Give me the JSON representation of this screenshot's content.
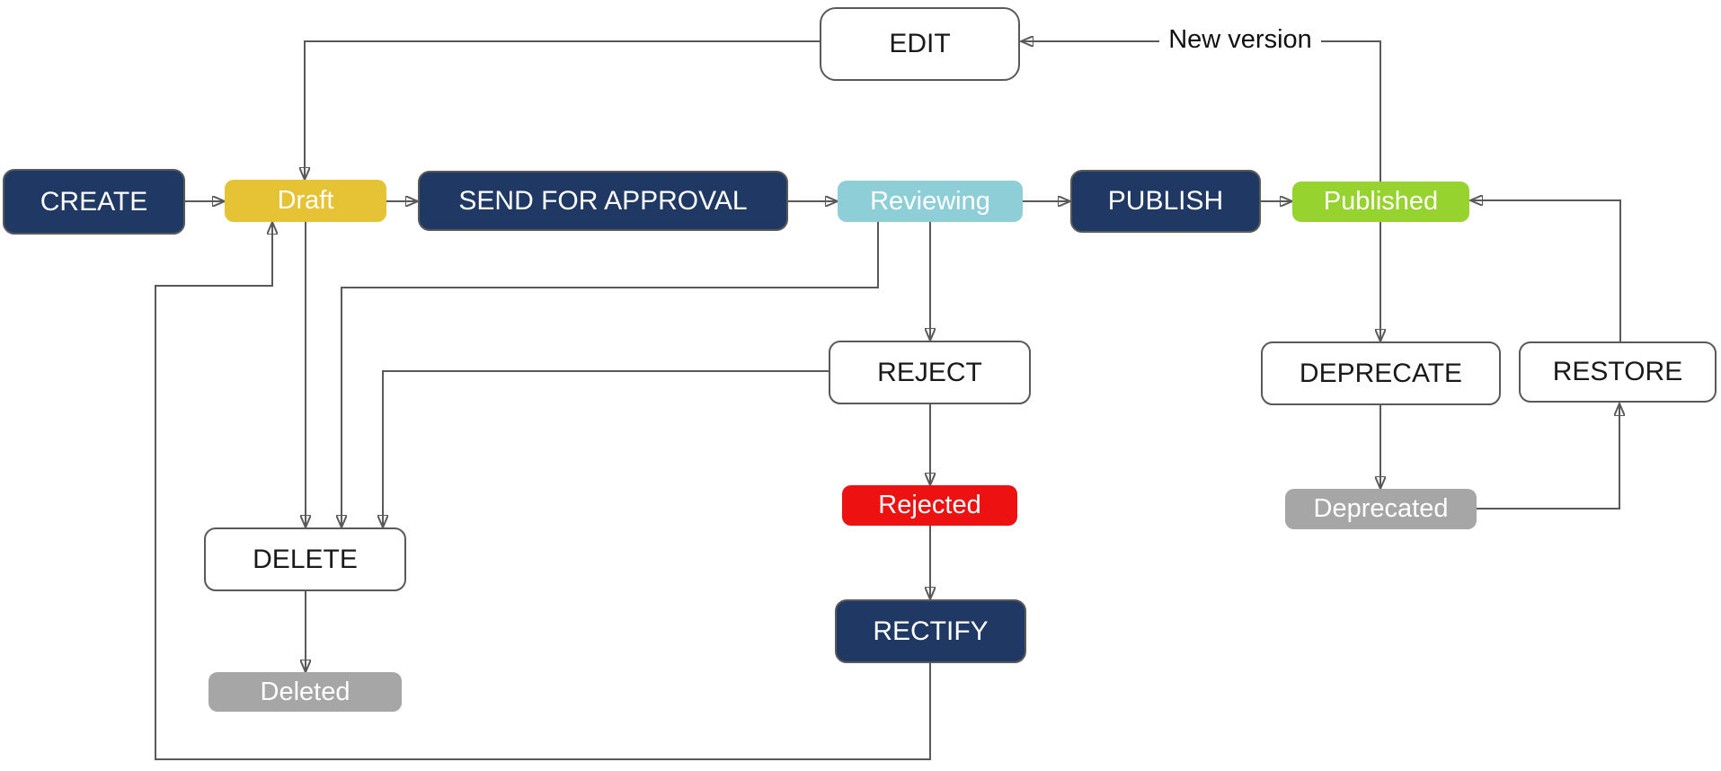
{
  "diagram": {
    "type": "flowchart-state-machine",
    "nodes": {
      "create": {
        "label": "CREATE",
        "kind": "action",
        "color": "#1f3864"
      },
      "draft": {
        "label": "Draft",
        "kind": "state",
        "color": "#e6c235"
      },
      "send_for_approval": {
        "label": "SEND FOR APPROVAL",
        "kind": "action",
        "color": "#1f3864"
      },
      "reviewing": {
        "label": "Reviewing",
        "kind": "state",
        "color": "#8ecfd7"
      },
      "publish": {
        "label": "PUBLISH",
        "kind": "action",
        "color": "#1f3864"
      },
      "published": {
        "label": "Published",
        "kind": "state",
        "color": "#96d32f"
      },
      "edit": {
        "label": "EDIT",
        "kind": "action",
        "color": "#ffffff"
      },
      "reject": {
        "label": "REJECT",
        "kind": "action",
        "color": "#ffffff"
      },
      "rejected": {
        "label": "Rejected",
        "kind": "state",
        "color": "#ee1111"
      },
      "rectify": {
        "label": "RECTIFY",
        "kind": "action",
        "color": "#1f3864"
      },
      "delete": {
        "label": "DELETE",
        "kind": "action",
        "color": "#ffffff"
      },
      "deleted": {
        "label": "Deleted",
        "kind": "state",
        "color": "#a6a6a6"
      },
      "deprecate": {
        "label": "DEPRECATE",
        "kind": "action",
        "color": "#ffffff"
      },
      "deprecated": {
        "label": "Deprecated",
        "kind": "state",
        "color": "#a6a6a6"
      },
      "restore": {
        "label": "RESTORE",
        "kind": "action",
        "color": "#ffffff"
      }
    },
    "edges": [
      {
        "from": "create",
        "to": "draft"
      },
      {
        "from": "draft",
        "to": "send_for_approval"
      },
      {
        "from": "send_for_approval",
        "to": "reviewing"
      },
      {
        "from": "reviewing",
        "to": "publish"
      },
      {
        "from": "publish",
        "to": "published"
      },
      {
        "from": "edit",
        "to": "draft"
      },
      {
        "from": "published",
        "to": "edit",
        "label": "New version"
      },
      {
        "from": "reviewing",
        "to": "reject"
      },
      {
        "from": "reject",
        "to": "rejected"
      },
      {
        "from": "rejected",
        "to": "rectify"
      },
      {
        "from": "rectify",
        "to": "draft"
      },
      {
        "from": "draft",
        "to": "delete"
      },
      {
        "from": "reviewing",
        "to": "delete"
      },
      {
        "from": "reject",
        "to": "delete"
      },
      {
        "from": "delete",
        "to": "deleted"
      },
      {
        "from": "published",
        "to": "deprecate"
      },
      {
        "from": "deprecate",
        "to": "deprecated"
      },
      {
        "from": "deprecated",
        "to": "restore"
      },
      {
        "from": "restore",
        "to": "published"
      }
    ],
    "edge_labels": {
      "new_version": "New version"
    },
    "palette": {
      "navy": "#1f3864",
      "gold": "#e6c235",
      "teal": "#8ecfd7",
      "green": "#96d32f",
      "red": "#ee1111",
      "gray": "#a6a6a6",
      "line": "#595959",
      "box_border": "#595959",
      "background": "#ffffff"
    }
  }
}
